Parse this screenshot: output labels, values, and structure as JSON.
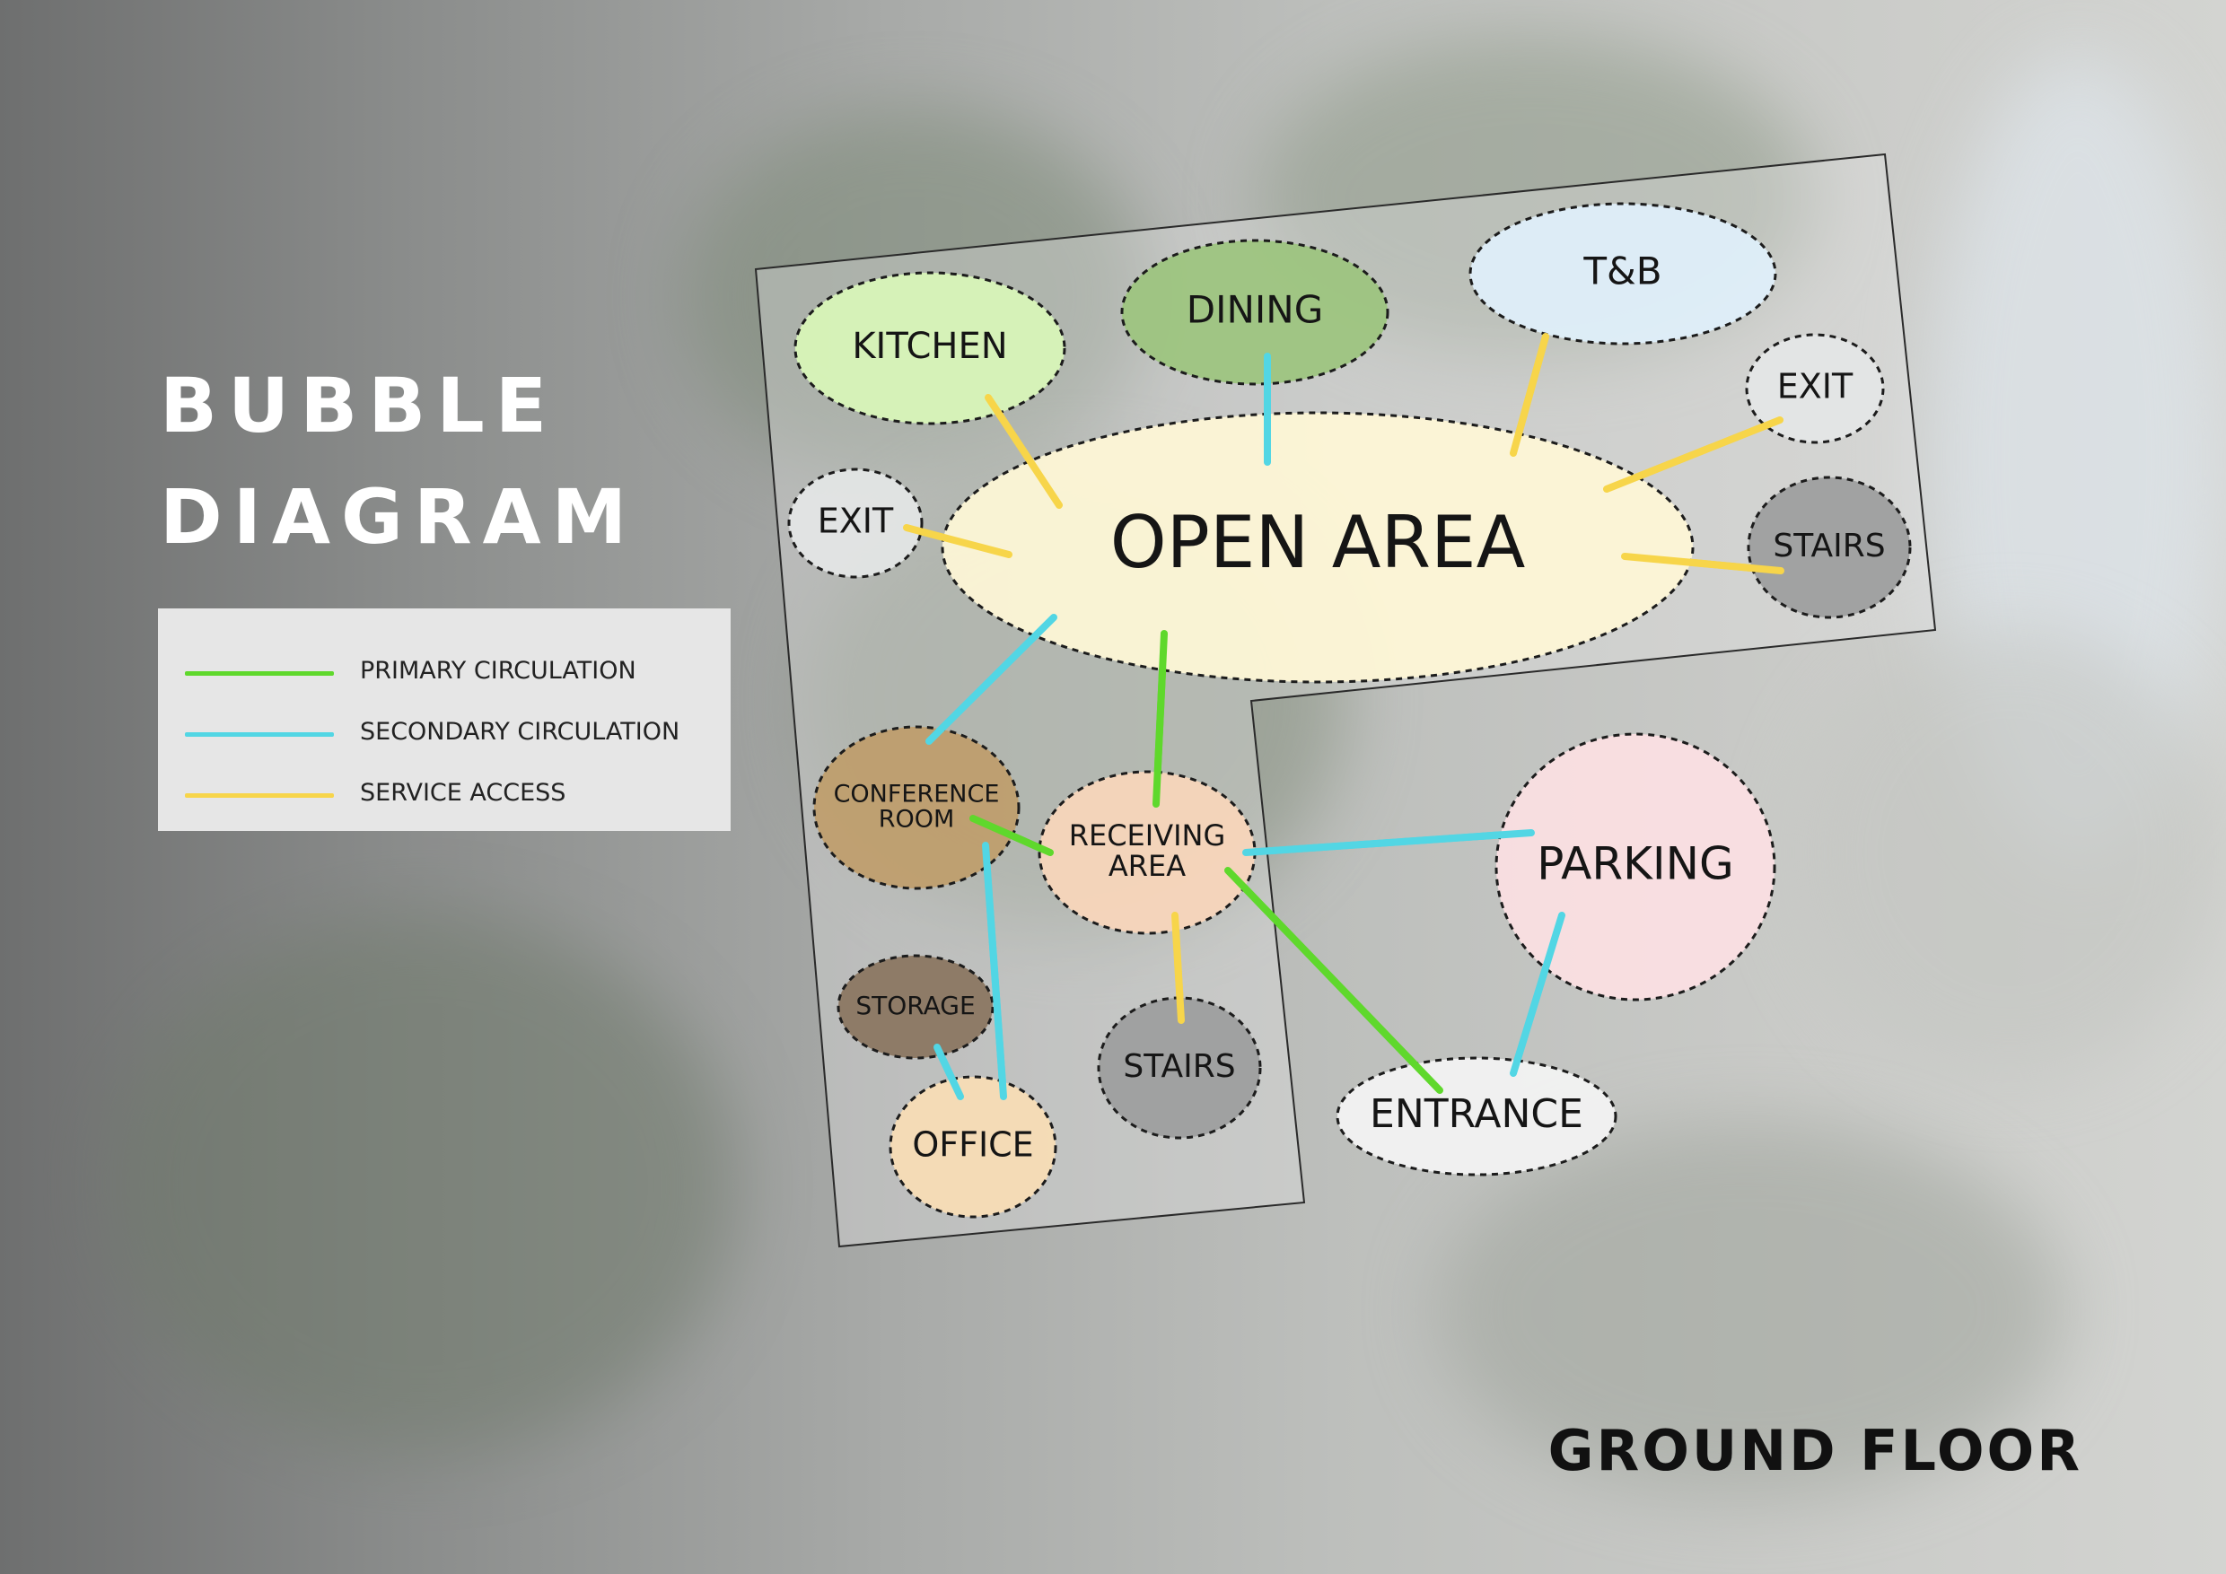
{
  "title": {
    "line1": "BUBBLE",
    "line2": "DIAGRAM"
  },
  "legend": [
    {
      "label": "PRIMARY CIRCULATION",
      "color": "#5fd82c"
    },
    {
      "label": "SECONDARY CIRCULATION",
      "color": "#52d6e4"
    },
    {
      "label": "SERVICE ACCESS",
      "color": "#f7d54a"
    }
  ],
  "colors": {
    "primary": "#5fd82c",
    "secondary": "#52d6e4",
    "service": "#f7d54a"
  },
  "spaces": [
    {
      "id": "kitchen",
      "label": "KITCHEN",
      "color": "#d9f7b8"
    },
    {
      "id": "dining",
      "label": "DINING",
      "color": "#9cc47e"
    },
    {
      "id": "tb",
      "label": "T&B",
      "color": "#dff0fb"
    },
    {
      "id": "exit-right",
      "label": "EXIT",
      "color": "#e4e6e6"
    },
    {
      "id": "exit-left",
      "label": "EXIT",
      "color": "#e4e6e6"
    },
    {
      "id": "open-area",
      "label": "OPEN AREA",
      "color": "#fdf6d6"
    },
    {
      "id": "stairs-upper",
      "label": "STAIRS",
      "color": "#9c9d9d"
    },
    {
      "id": "conference-room",
      "label": [
        "CONFERENCE",
        "ROOM"
      ],
      "color": "#bf9d6b"
    },
    {
      "id": "receiving-area",
      "label": [
        "RECEIVING",
        "AREA"
      ],
      "color": "#f8d6bb"
    },
    {
      "id": "parking",
      "label": "PARKING",
      "color": "#fce0e3"
    },
    {
      "id": "storage",
      "label": "STORAGE",
      "color": "#8a7560"
    },
    {
      "id": "stairs-lower",
      "label": "STAIRS",
      "color": "#9c9d9d"
    },
    {
      "id": "office",
      "label": "OFFICE",
      "color": "#f9ddb5"
    },
    {
      "id": "entrance",
      "label": "ENTRANCE",
      "color": "#f4f4f4"
    }
  ],
  "connections": [
    {
      "from": "kitchen",
      "to": "open-area",
      "type": "service"
    },
    {
      "from": "dining",
      "to": "open-area",
      "type": "secondary"
    },
    {
      "from": "tb",
      "to": "open-area",
      "type": "service"
    },
    {
      "from": "exit-right",
      "to": "open-area",
      "type": "service"
    },
    {
      "from": "exit-left",
      "to": "open-area",
      "type": "service"
    },
    {
      "from": "stairs-upper",
      "to": "open-area",
      "type": "service"
    },
    {
      "from": "open-area",
      "to": "conference-room",
      "type": "secondary"
    },
    {
      "from": "open-area",
      "to": "receiving-area",
      "type": "primary"
    },
    {
      "from": "conference-room",
      "to": "receiving-area",
      "type": "primary"
    },
    {
      "from": "conference-room",
      "to": "office",
      "type": "secondary"
    },
    {
      "from": "storage",
      "to": "office",
      "type": "secondary"
    },
    {
      "from": "receiving-area",
      "to": "stairs-lower",
      "type": "service"
    },
    {
      "from": "receiving-area",
      "to": "parking",
      "type": "secondary"
    },
    {
      "from": "receiving-area",
      "to": "entrance",
      "type": "primary"
    },
    {
      "from": "parking",
      "to": "entrance",
      "type": "secondary"
    }
  ],
  "floor": "GROUND FLOOR"
}
